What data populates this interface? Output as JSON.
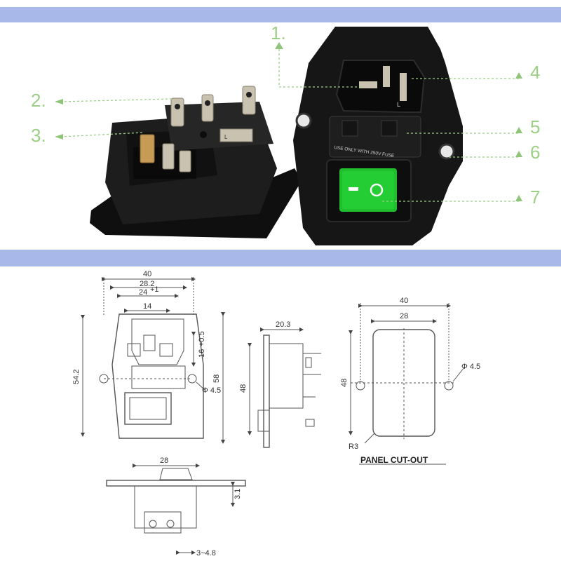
{
  "colors": {
    "band": "#a8b8e8",
    "callout": "#9ccf86",
    "housing": "#1b1b1b",
    "switch_green": "#1fbf2e",
    "drawing_line": "#555555"
  },
  "photo": {
    "callouts": [
      {
        "label": "1."
      },
      {
        "label": "2."
      },
      {
        "label": "3."
      },
      {
        "label": "4"
      },
      {
        "label": "5"
      },
      {
        "label": "6"
      },
      {
        "label": "7"
      }
    ],
    "fuse_text": "USE ONLY WITH 250V FUSE",
    "terminal_marks": [
      "L",
      "L"
    ]
  },
  "drawing": {
    "front": {
      "dim_width_outer": "40",
      "dim_width_mid": "28.2",
      "dim_width_inner": "24",
      "dim_width_inner_tol": "+1",
      "dim_width_14": "14",
      "dim_height_total": "54.2",
      "dim_height_58": "58",
      "dim_pin_16": "16",
      "dim_pin_tol": "+0.5",
      "dim_hole": "Φ 4.5"
    },
    "side": {
      "dim_depth": "20.3",
      "dim_height": "48"
    },
    "cutout": {
      "dim_width": "40",
      "dim_inner": "28",
      "dim_height": "48",
      "dim_hole": "Φ 4.5",
      "dim_radius": "R3",
      "title": "PANEL CUT-OUT"
    },
    "bottom": {
      "dim_width": "28",
      "dim_3_1": "3.1",
      "dim_3_48": "3~4.8"
    }
  }
}
